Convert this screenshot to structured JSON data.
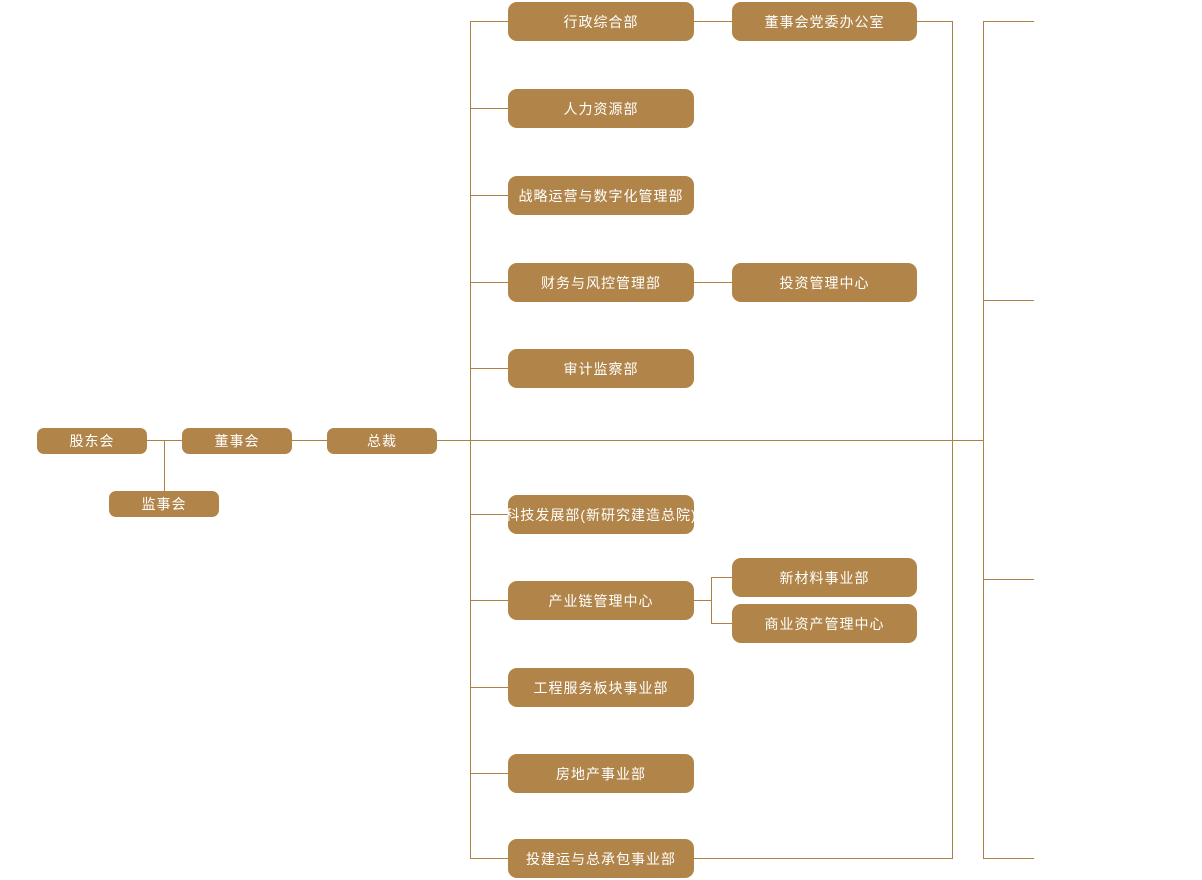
{
  "colors": {
    "node_fill": "#b1854a",
    "node_text": "#ffffff",
    "connector": "#ad8145",
    "background": "#ffffff"
  },
  "nodes": {
    "shareholders": {
      "label": "股东会"
    },
    "supervisory_board": {
      "label": "监事会"
    },
    "board_of_directors": {
      "label": "董事会"
    },
    "president": {
      "label": "总裁"
    },
    "admin_general": {
      "label": "行政综合部"
    },
    "board_party_office": {
      "label": "董事会党委办公室"
    },
    "human_resources": {
      "label": "人力资源部"
    },
    "strategy_digital": {
      "label": "战略运营与数字化管理部"
    },
    "finance_risk": {
      "label": "财务与风控管理部"
    },
    "investment_center": {
      "label": "投资管理中心"
    },
    "audit_supervision": {
      "label": "审计监察部"
    },
    "tech_development": {
      "label": "科技发展部(新研究建造总院)"
    },
    "industry_chain": {
      "label": "产业链管理中心"
    },
    "new_materials": {
      "label": "新材料事业部"
    },
    "commercial_assets": {
      "label": "商业资产管理中心"
    },
    "engineering_services": {
      "label": "工程服务板块事业部"
    },
    "real_estate": {
      "label": "房地产事业部"
    },
    "investment_epc": {
      "label": "投建运与总承包事业部"
    }
  },
  "edges": [
    {
      "from": "股东会",
      "to": "董事会"
    },
    {
      "from": "股东会",
      "to": "监事会"
    },
    {
      "from": "董事会",
      "to": "总裁"
    },
    {
      "from": "总裁",
      "to": "行政综合部"
    },
    {
      "from": "总裁",
      "to": "人力资源部"
    },
    {
      "from": "总裁",
      "to": "战略运营与数字化管理部"
    },
    {
      "from": "总裁",
      "to": "财务与风控管理部"
    },
    {
      "from": "总裁",
      "to": "审计监察部"
    },
    {
      "from": "总裁",
      "to": "科技发展部(新研究建造总院)"
    },
    {
      "from": "总裁",
      "to": "产业链管理中心"
    },
    {
      "from": "总裁",
      "to": "工程服务板块事业部"
    },
    {
      "from": "总裁",
      "to": "房地产事业部"
    },
    {
      "from": "总裁",
      "to": "投建运与总承包事业部"
    },
    {
      "from": "行政综合部",
      "to": "董事会党委办公室"
    },
    {
      "from": "财务与风控管理部",
      "to": "投资管理中心"
    },
    {
      "from": "产业链管理中心",
      "to": "新材料事业部"
    },
    {
      "from": "产业链管理中心",
      "to": "商业资产管理中心"
    }
  ]
}
